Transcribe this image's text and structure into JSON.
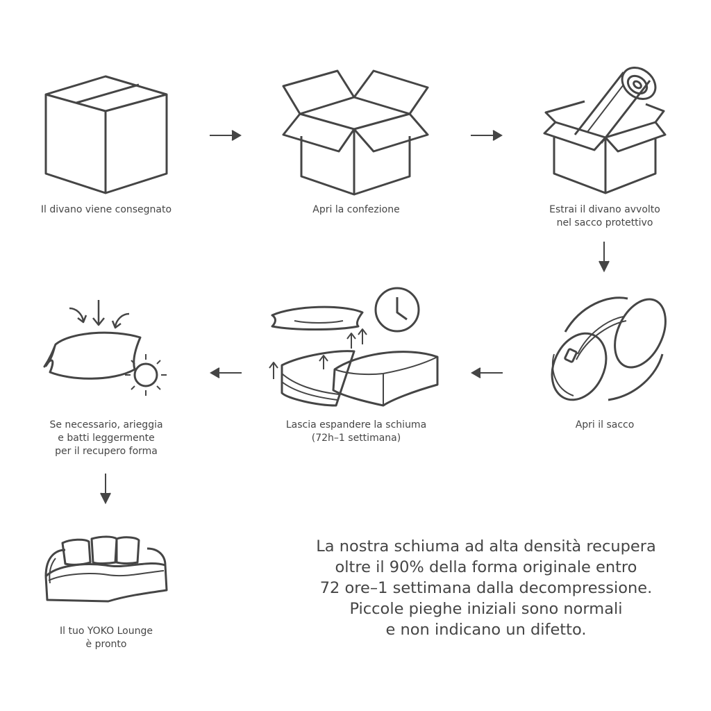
{
  "steps": [
    {
      "id": "delivered",
      "lines": [
        "Il divano viene consegnato"
      ]
    },
    {
      "id": "open-package",
      "lines": [
        "Apri la confezione"
      ]
    },
    {
      "id": "extract",
      "lines": [
        "Estrai il divano avvolto",
        "nel sacco protettivo"
      ]
    },
    {
      "id": "open-bag",
      "lines": [
        "Apri il sacco"
      ]
    },
    {
      "id": "expand",
      "lines": [
        "Lascia espandere la schiuma",
        "(72h–1 settimana)"
      ]
    },
    {
      "id": "air",
      "lines": [
        "Se necessario, arieggia",
        "e batti leggermente",
        "per il recupero forma"
      ]
    },
    {
      "id": "ready",
      "lines": [
        "Il tuo YOKO Lounge",
        "è pronto"
      ]
    }
  ],
  "note": {
    "lines": [
      "La nostra schiuma ad alta densità recupera",
      "oltre il 90% della forma originale entro",
      "72 ore–1 settimana dalla decompressione.",
      "Piccole pieghe iniziali sono normali",
      "e non indicano un difetto."
    ]
  },
  "colors": {
    "line": "#454545",
    "background": "#ffffff"
  }
}
